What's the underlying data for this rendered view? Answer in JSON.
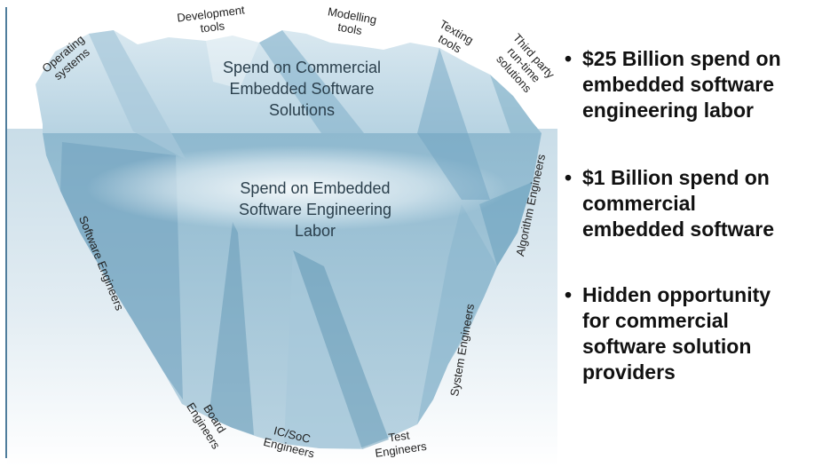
{
  "diagram": {
    "tip_title": "Spend on Commercial Embedded Software Solutions",
    "tip_lines": [
      "Spend on Commercial",
      "Embedded Software",
      "Solutions"
    ],
    "body_lines": [
      "Spend on Embedded",
      "Software Engineering",
      "Labor"
    ],
    "tip_labels": [
      [
        "Operating",
        "systems"
      ],
      [
        "Development",
        "tools"
      ],
      [
        "Modelling",
        "tools"
      ],
      [
        "Texting",
        "tools"
      ],
      [
        "Third party",
        "run-time",
        "solutions"
      ]
    ],
    "under_labels": [
      [
        "Software Engineers"
      ],
      [
        "Board",
        "Engineers"
      ],
      [
        "IC/SoC",
        "Engineers"
      ],
      [
        "Test",
        "Engineers"
      ],
      [
        "System Engineers"
      ],
      [
        "Algorithm Engineers"
      ]
    ]
  },
  "bullets": [
    {
      "lines": [
        "$25 Billion spend on",
        "embedded software",
        "engineering labor"
      ]
    },
    {
      "lines": [
        "$1 Billion spend on",
        "commercial",
        "embedded software"
      ]
    },
    {
      "lines": [
        "Hidden opportunity",
        "for commercial",
        "software solution",
        "providers"
      ]
    }
  ],
  "colors": {
    "sky": "#ffffff",
    "sea": "#cfe0ea",
    "ice_light": "#c4dde8",
    "ice_mid": "#8fb9cf",
    "ice_dark": "#5c93b1",
    "frame": "#4f7d9c"
  }
}
